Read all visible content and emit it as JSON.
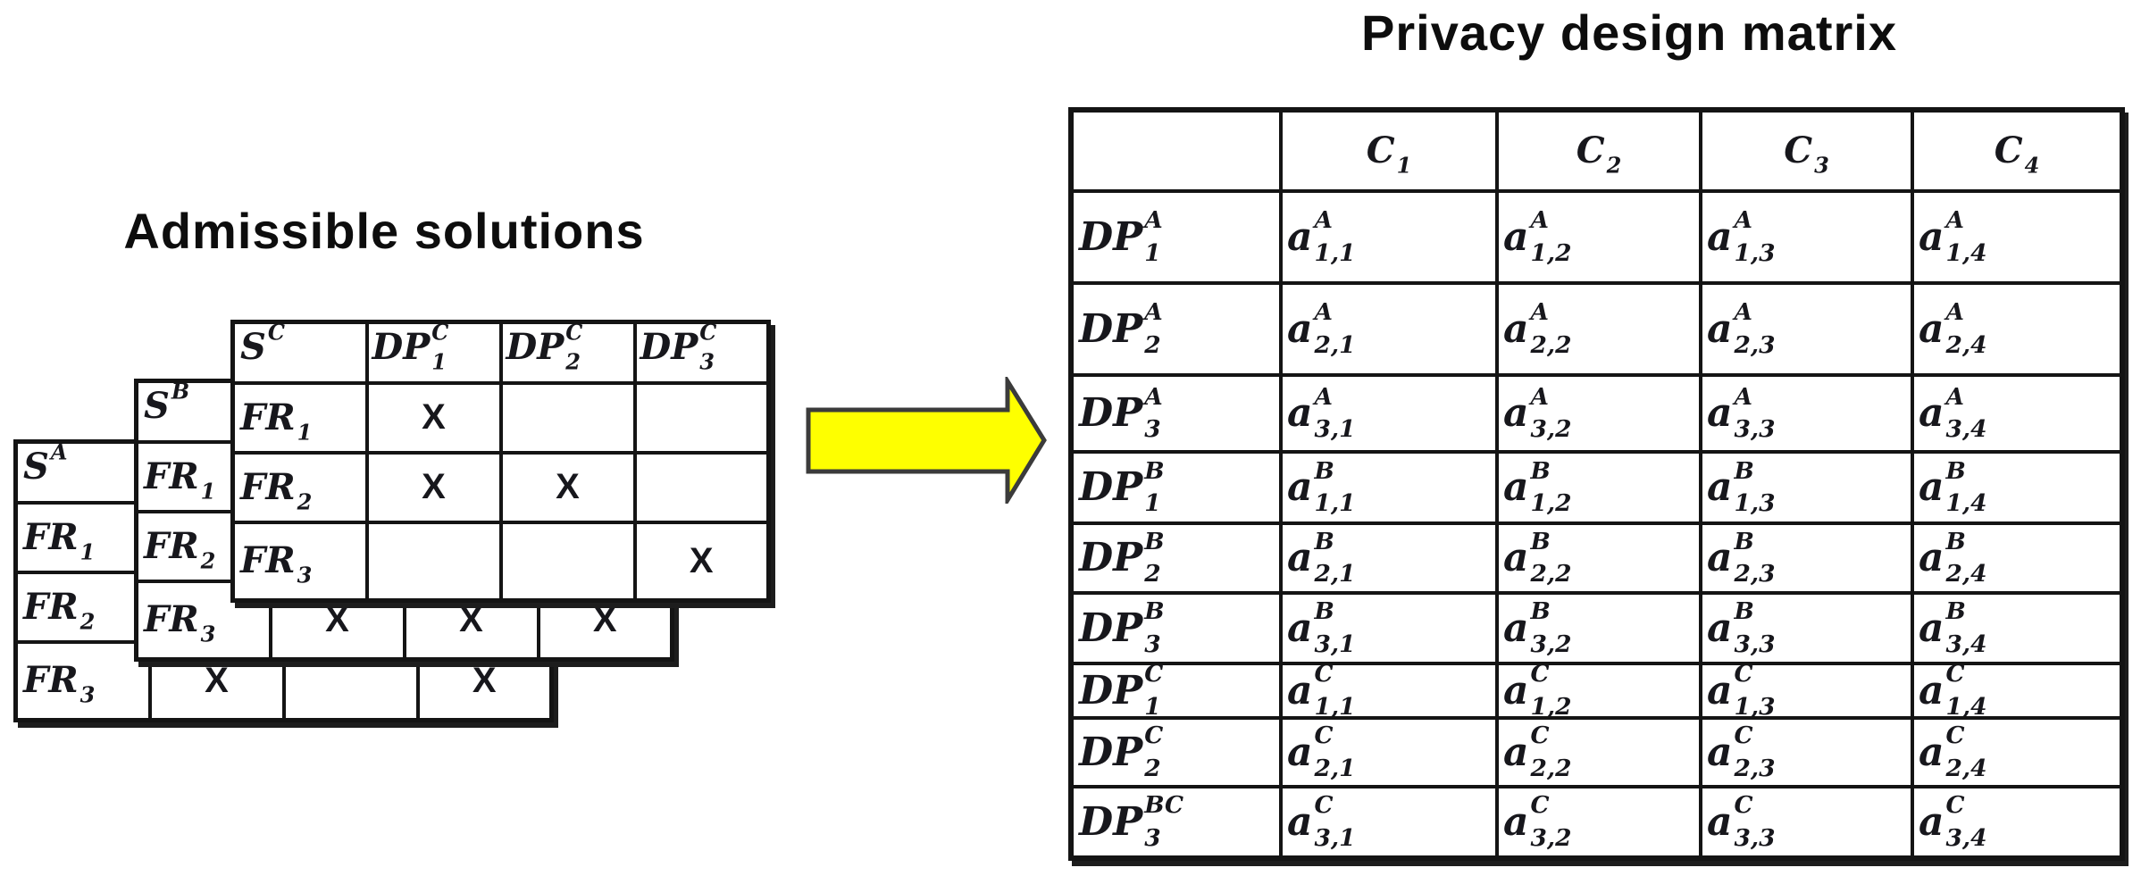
{
  "left_panel": {
    "title": "Admissible solutions",
    "sheets": [
      {
        "id": "sheet-a",
        "name": "solution-sheet-a",
        "corner": {
          "base": "S",
          "sup": "A"
        },
        "rows": [
          {
            "label": {
              "base": "FR",
              "sub": "1"
            },
            "cells": [
              "",
              "",
              ""
            ]
          },
          {
            "label": {
              "base": "FR",
              "sub": "2"
            },
            "cells": [
              "",
              "",
              ""
            ]
          },
          {
            "label": {
              "base": "FR",
              "sub": "3"
            },
            "cells": [
              "X",
              "",
              "X"
            ]
          }
        ]
      },
      {
        "id": "sheet-b",
        "name": "solution-sheet-b",
        "corner": {
          "base": "S",
          "sup": "B"
        },
        "rows": [
          {
            "label": {
              "base": "FR",
              "sub": "1"
            },
            "cells": [
              "",
              "",
              ""
            ]
          },
          {
            "label": {
              "base": "FR",
              "sub": "2"
            },
            "cells": [
              "",
              "",
              ""
            ]
          },
          {
            "label": {
              "base": "FR",
              "sub": "3"
            },
            "cells": [
              "X",
              "X",
              "X"
            ]
          }
        ]
      },
      {
        "id": "sheet-c",
        "name": "solution-sheet-c",
        "corner": {
          "base": "S",
          "sup": "C"
        },
        "col_headers": [
          {
            "base": "DP",
            "sup": "C",
            "sub": "1"
          },
          {
            "base": "DP",
            "sup": "C",
            "sub": "2"
          },
          {
            "base": "DP",
            "sup": "C",
            "sub": "3"
          }
        ],
        "rows": [
          {
            "label": {
              "base": "FR",
              "sub": "1"
            },
            "cells": [
              "X",
              "",
              ""
            ]
          },
          {
            "label": {
              "base": "FR",
              "sub": "2"
            },
            "cells": [
              "X",
              "X",
              ""
            ]
          },
          {
            "label": {
              "base": "FR",
              "sub": "3"
            },
            "cells": [
              "",
              "",
              "X"
            ]
          }
        ]
      }
    ]
  },
  "arrow": {
    "fill": "#feff00",
    "stroke": "#3b3b3b"
  },
  "right_panel": {
    "title": "Privacy design matrix",
    "matrix": {
      "col_headers": [
        {
          "base": "C",
          "sub": "1"
        },
        {
          "base": "C",
          "sub": "2"
        },
        {
          "base": "C",
          "sub": "3"
        },
        {
          "base": "C",
          "sub": "4"
        }
      ],
      "rows": [
        {
          "label": {
            "base": "DP",
            "sup": "A",
            "sub": "1"
          },
          "cells": [
            {
              "base": "a",
              "sup": "A",
              "sub": "1,1"
            },
            {
              "base": "a",
              "sup": "A",
              "sub": "1,2"
            },
            {
              "base": "a",
              "sup": "A",
              "sub": "1,3"
            },
            {
              "base": "a",
              "sup": "A",
              "sub": "1,4"
            }
          ]
        },
        {
          "label": {
            "base": "DP",
            "sup": "A",
            "sub": "2"
          },
          "cells": [
            {
              "base": "a",
              "sup": "A",
              "sub": "2,1"
            },
            {
              "base": "a",
              "sup": "A",
              "sub": "2,2"
            },
            {
              "base": "a",
              "sup": "A",
              "sub": "2,3"
            },
            {
              "base": "a",
              "sup": "A",
              "sub": "2,4"
            }
          ]
        },
        {
          "label": {
            "base": "DP",
            "sup": "A",
            "sub": "3"
          },
          "cells": [
            {
              "base": "a",
              "sup": "A",
              "sub": "3,1"
            },
            {
              "base": "a",
              "sup": "A",
              "sub": "3,2"
            },
            {
              "base": "a",
              "sup": "A",
              "sub": "3,3"
            },
            {
              "base": "a",
              "sup": "A",
              "sub": "3,4"
            }
          ]
        },
        {
          "label": {
            "base": "DP",
            "sup": "B",
            "sub": "1"
          },
          "cells": [
            {
              "base": "a",
              "sup": "B",
              "sub": "1,1"
            },
            {
              "base": "a",
              "sup": "B",
              "sub": "1,2"
            },
            {
              "base": "a",
              "sup": "B",
              "sub": "1,3"
            },
            {
              "base": "a",
              "sup": "B",
              "sub": "1,4"
            }
          ]
        },
        {
          "label": {
            "base": "DP",
            "sup": "B",
            "sub": "2"
          },
          "cells": [
            {
              "base": "a",
              "sup": "B",
              "sub": "2,1"
            },
            {
              "base": "a",
              "sup": "B",
              "sub": "2,2"
            },
            {
              "base": "a",
              "sup": "B",
              "sub": "2,3"
            },
            {
              "base": "a",
              "sup": "B",
              "sub": "2,4"
            }
          ]
        },
        {
          "label": {
            "base": "DP",
            "sup": "B",
            "sub": "3"
          },
          "cells": [
            {
              "base": "a",
              "sup": "B",
              "sub": "3,1"
            },
            {
              "base": "a",
              "sup": "B",
              "sub": "3,2"
            },
            {
              "base": "a",
              "sup": "B",
              "sub": "3,3"
            },
            {
              "base": "a",
              "sup": "B",
              "sub": "3,4"
            }
          ]
        },
        {
          "label": {
            "base": "DP",
            "sup": "C",
            "sub": "1"
          },
          "cells": [
            {
              "base": "a",
              "sup": "C",
              "sub": "1,1"
            },
            {
              "base": "a",
              "sup": "C",
              "sub": "1,2"
            },
            {
              "base": "a",
              "sup": "C",
              "sub": "1,3"
            },
            {
              "base": "a",
              "sup": "C",
              "sub": "1,4"
            }
          ]
        },
        {
          "label": {
            "base": "DP",
            "sup": "C",
            "sub": "2"
          },
          "cells": [
            {
              "base": "a",
              "sup": "C",
              "sub": "2,1"
            },
            {
              "base": "a",
              "sup": "C",
              "sub": "2,2"
            },
            {
              "base": "a",
              "sup": "C",
              "sub": "2,3"
            },
            {
              "base": "a",
              "sup": "C",
              "sub": "2,4"
            }
          ]
        },
        {
          "label": {
            "base": "DP",
            "sup": "BC",
            "sub": "3"
          },
          "cells": [
            {
              "base": "a",
              "sup": "C",
              "sub": "3,1"
            },
            {
              "base": "a",
              "sup": "C",
              "sub": "3,2"
            },
            {
              "base": "a",
              "sup": "C",
              "sub": "3,3"
            },
            {
              "base": "a",
              "sup": "C",
              "sub": "3,4"
            }
          ]
        }
      ]
    }
  }
}
